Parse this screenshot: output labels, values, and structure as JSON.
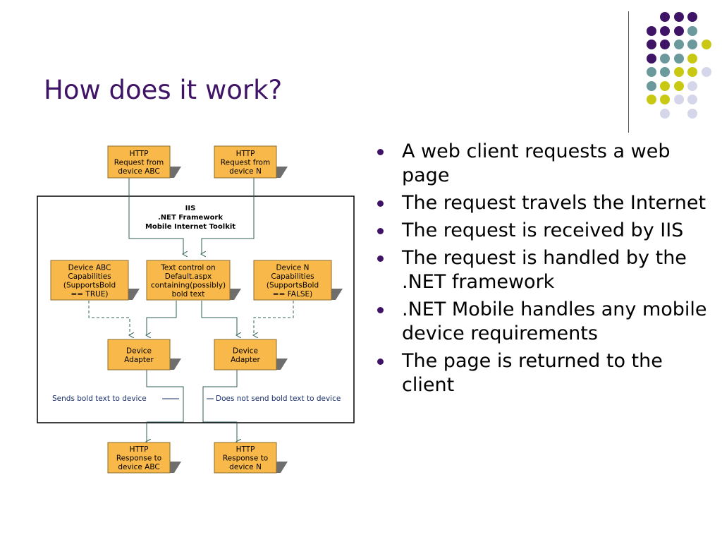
{
  "slide": {
    "title": "How does it work?"
  },
  "bullets": [
    "A web client requests a web page",
    "The request travels the Internet",
    "The request is received by IIS",
    "The request is handled by the .NET framework",
    ".NET Mobile handles any mobile device requirements",
    "The page is returned to the client"
  ],
  "diagram": {
    "request_abc": [
      "HTTP",
      "Request from",
      "device ABC"
    ],
    "request_n": [
      "HTTP",
      "Request from",
      "device N"
    ],
    "server_label": [
      "IIS",
      ".NET Framework",
      "Mobile Internet Toolkit"
    ],
    "caps_abc": [
      "Device ABC",
      "Capabilities",
      "(SupportsBold",
      "== TRUE)"
    ],
    "text_control": [
      "Text control on",
      "Default.aspx",
      "containing(possibly)",
      "bold text"
    ],
    "caps_n": [
      "Device N",
      "Capabilities",
      "(SupportsBold",
      "== FALSE)"
    ],
    "adapter_left": [
      "Device",
      "Adapter"
    ],
    "adapter_right": [
      "Device",
      "Adapter"
    ],
    "sends_label": "Sends bold text to device",
    "not_sends_label": "Does not send bold text to device",
    "response_abc": [
      "HTTP",
      "Response to",
      "device ABC"
    ],
    "response_n": [
      "HTTP",
      "Response to",
      "device N"
    ]
  },
  "colors": {
    "title": "#3f1366",
    "box_fill": "#f9b94a",
    "box_border": "#8a6d2b",
    "shadow": "#6e6e6e",
    "line": "#2f5d57",
    "dot_purple": "#3f1366",
    "dot_teal": "#6c999b",
    "dot_yellow": "#c9c914",
    "dot_lilac": "#d6d6ea"
  }
}
